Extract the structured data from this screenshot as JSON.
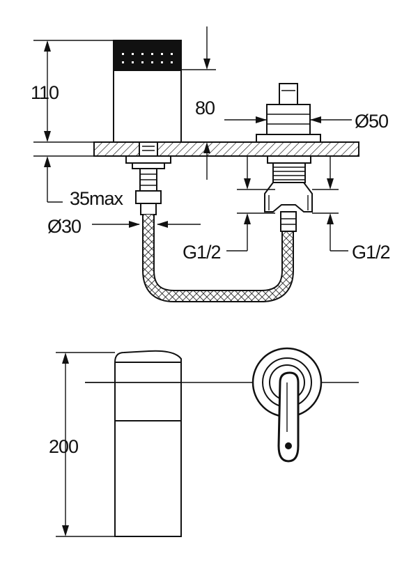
{
  "dimensions": {
    "height_110": "110",
    "height_80": "80",
    "diameter_50": "Ø50",
    "length_35max": "35max",
    "diameter_30": "Ø30",
    "thread_left": "G1/2",
    "thread_right": "G1/2",
    "height_200": "200"
  },
  "colors": {
    "line": "#111111",
    "background": "#ffffff"
  }
}
